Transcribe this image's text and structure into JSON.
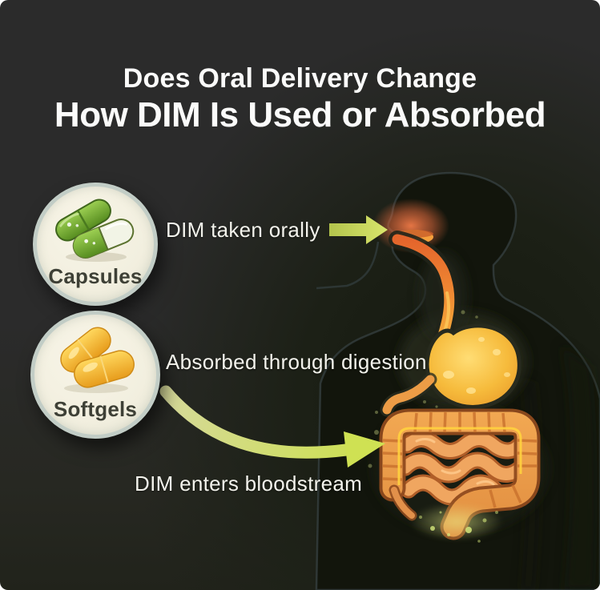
{
  "title": {
    "line1": "Does Oral Delivery Change",
    "line2": "How DIM Is Used or Absorbed"
  },
  "badges": {
    "capsules": {
      "label": "Capsules",
      "icon": "green-capsules-icon"
    },
    "softgels": {
      "label": "Softgels",
      "icon": "yellow-softgels-icon"
    }
  },
  "steps": {
    "step1": "DIM taken orally",
    "step2": "Absorbed through digestion",
    "step3": "DIM enters bloodstream"
  },
  "illustration": {
    "name": "human-torso-with-digestive-tract",
    "parts": [
      "head-silhouette",
      "mouth-glow",
      "esophagus",
      "stomach",
      "small-intestine",
      "large-intestine"
    ]
  },
  "colors": {
    "background": "#2b2b2b",
    "title_text": "#fbfbfa",
    "annotation_text": "#f3f3ec",
    "arrow_green": "#cdde58",
    "badge_fill": "#f2efdf",
    "badge_rim": "#c2cdc6",
    "badge_label": "#3e4036",
    "capsule_green": "#6fae2d",
    "softgel_gold": "#f5b733",
    "mouth_glow": "#e87a4e",
    "esophagus_orange": "#ef8c33",
    "stomach_gold": "#f4b63c",
    "intestine_orange": "#eb9b49"
  }
}
